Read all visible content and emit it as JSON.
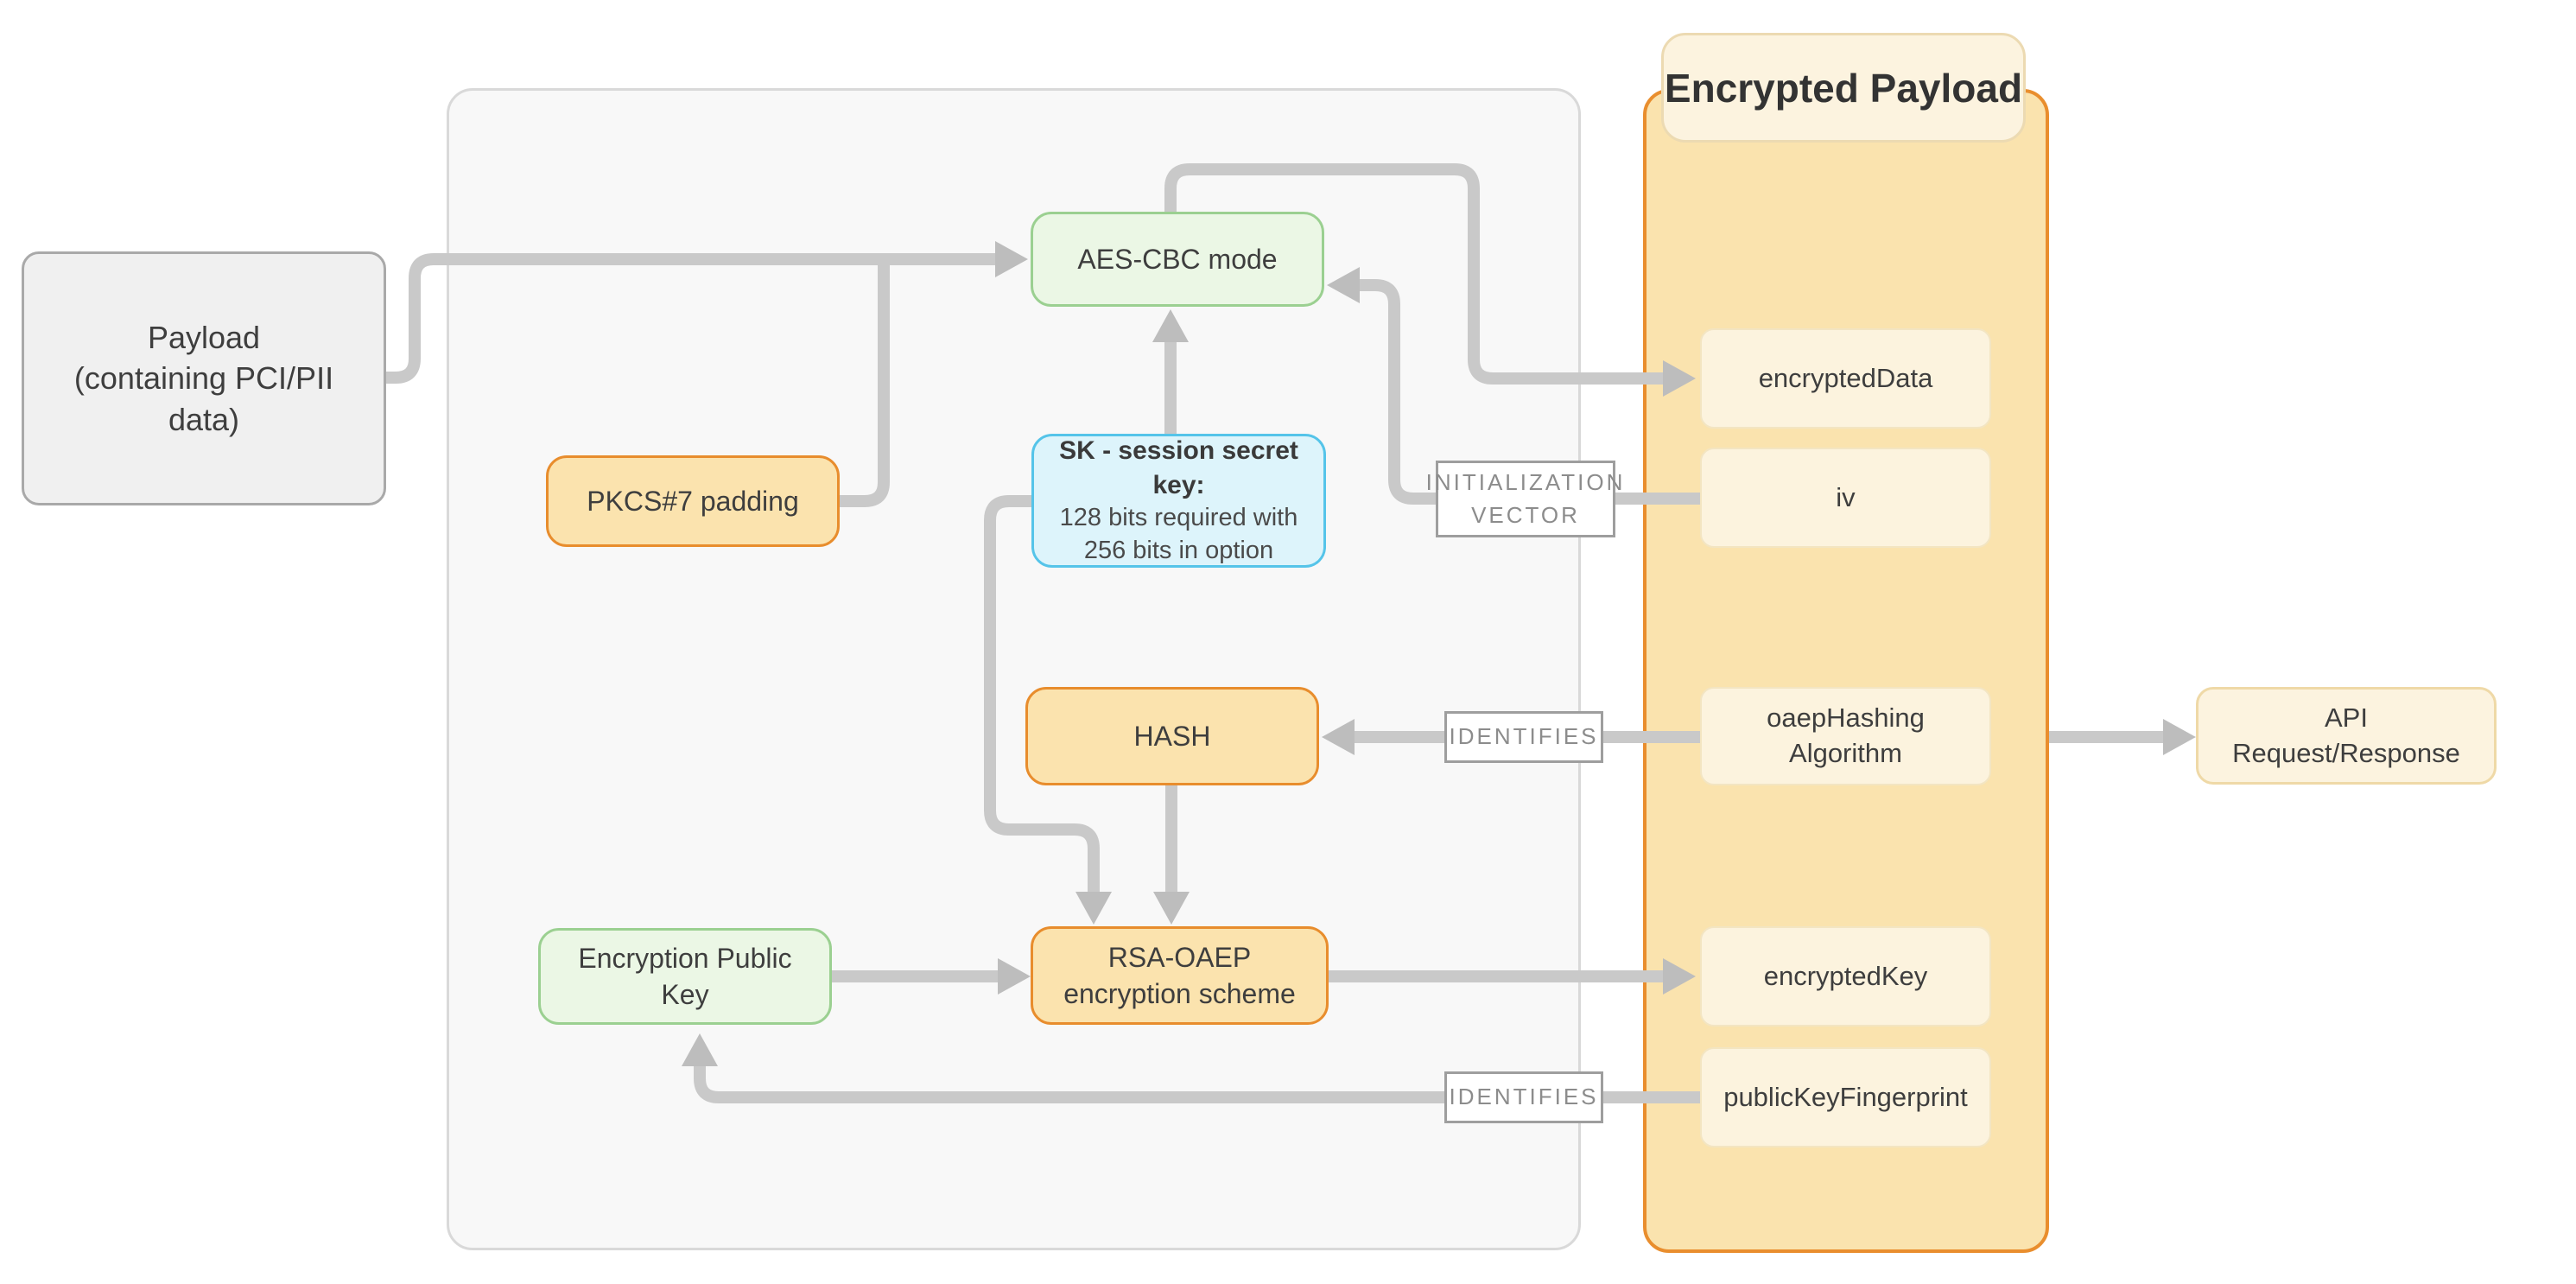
{
  "title": "Encrypted Payload",
  "nodes": {
    "payload": "Payload\n(containing PCI/PII\ndata)",
    "aes": "AES-CBC mode",
    "pkcs7": "PKCS#7 padding",
    "sk_title": "SK - session secret key:",
    "sk_body": "128 bits required with\n256 bits in option",
    "hash": "HASH",
    "encryption_public_key": "Encryption Public\nKey",
    "rsa": "RSA-OAEP\nencryption scheme",
    "api": "API\nRequest/Response"
  },
  "fields": {
    "encrypted_data": "encryptedData",
    "iv": "iv",
    "oaep_hashing": "oaepHashing\nAlgorithm",
    "encrypted_key": "encryptedKey",
    "public_key_fingerprint": "publicKeyFingerprint"
  },
  "edge_labels": {
    "initialization_vector": "INITIALIZATION\nVECTOR",
    "identifies_hash": "IDENTIFIES",
    "identifies_key": "IDENTIFIES"
  },
  "edges": [
    {
      "from": "payload",
      "to": "aes"
    },
    {
      "from": "pkcs7",
      "to": "aes"
    },
    {
      "from": "sk",
      "to": "aes"
    },
    {
      "from": "aes",
      "to": "encrypted_data"
    },
    {
      "from": "iv",
      "to": "aes",
      "label": "INITIALIZATION VECTOR"
    },
    {
      "from": "oaep_hashing",
      "to": "hash",
      "label": "IDENTIFIES"
    },
    {
      "from": "hash",
      "to": "rsa"
    },
    {
      "from": "sk",
      "to": "rsa"
    },
    {
      "from": "encryption_public_key",
      "to": "rsa"
    },
    {
      "from": "rsa",
      "to": "encrypted_key"
    },
    {
      "from": "public_key_fingerprint",
      "to": "encryption_public_key",
      "label": "IDENTIFIES"
    },
    {
      "from": "encrypted_payload",
      "to": "api"
    }
  ],
  "colors": {
    "wire": "#c9c9c9",
    "arrowhead": "#bdbdbd",
    "gray_node_fill": "#f0f0f0",
    "gray_node_border": "#a9a9a9",
    "green_fill": "#ebf7e5",
    "green_border": "#9bd091",
    "blue_fill": "#ddf4fb",
    "blue_border": "#55c4e9",
    "orange_fill": "#fbe3ae",
    "orange_border": "#e88d2d",
    "container_fill": "#fae3ae",
    "container_border": "#e98e2e",
    "cream_fill": "#fcf3de",
    "label_text": "#8c8c8c"
  }
}
